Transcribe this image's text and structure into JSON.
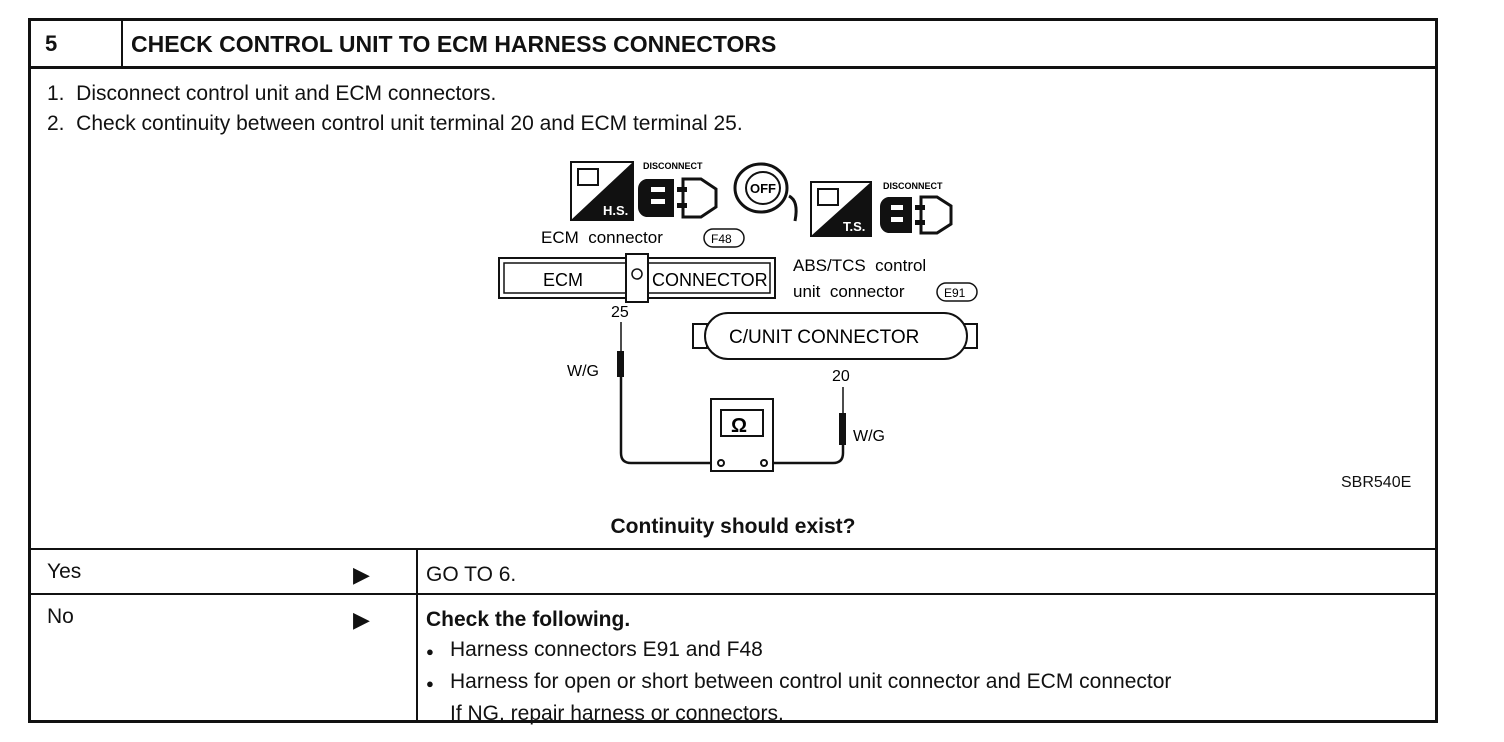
{
  "header": {
    "step_number": "5",
    "title": "CHECK CONTROL UNIT TO ECM HARNESS CONNECTORS"
  },
  "steps": [
    "1.  Disconnect control unit and ECM connectors.",
    "2.  Check continuity between control unit terminal 20 and ECM terminal 25."
  ],
  "figure": {
    "disconnect_label_1": "DISCONNECT",
    "disconnect_label_2": "DISCONNECT",
    "hs_label": "H.S.",
    "ts_label": "T.S.",
    "off_label": "OFF",
    "ecm_connector_label": "ECM  connector",
    "ecm_connector_code": "F48",
    "ecm_box_left": "ECM",
    "ecm_box_right": "CONNECTOR",
    "abs_label_line1": "ABS/TCS  control",
    "abs_label_line2": "unit  connector",
    "abs_connector_code": "E91",
    "cunit_connector": "C/UNIT CONNECTOR",
    "terminal_ecm": "25",
    "terminal_cunit": "20",
    "wire_left": "W/G",
    "wire_right": "W/G",
    "ohm_symbol": "Ω",
    "figure_code": "SBR540E"
  },
  "question": "Continuity should exist?",
  "yes_row": {
    "condition": "Yes",
    "arrow": "▶",
    "result": "GO TO 6."
  },
  "no_row": {
    "condition": "No",
    "arrow": "▶",
    "heading": "Check the following.",
    "bullets": [
      "Harness connectors E91 and F48",
      "Harness for open or short between control unit connector and ECM connector"
    ],
    "note": "If NG, repair harness or connectors.",
    "bullet_glyph": "●"
  }
}
